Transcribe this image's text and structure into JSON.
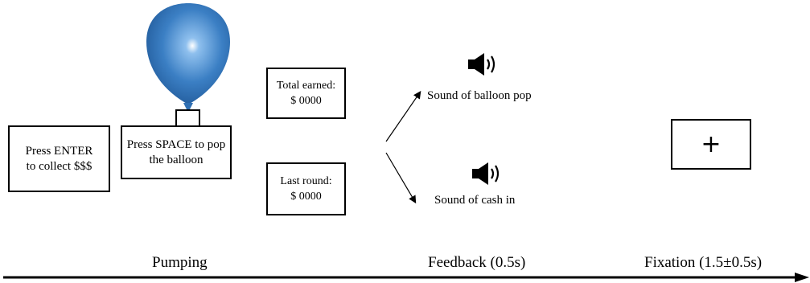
{
  "pumping": {
    "enter_box": "Press ENTER\nto collect $$$",
    "space_box": "Press SPACE to pop\nthe balloon",
    "total_earned": "Total earned:\n$ 0000",
    "last_round": "Last round:\n$ 0000",
    "balloon_color": "#3b7fc4"
  },
  "feedback": {
    "pop_label": "Sound of balloon pop",
    "cash_label": "Sound of cash in",
    "icon": "speaker-sound-icon"
  },
  "fixation": {
    "symbol": "+"
  },
  "timeline": {
    "phases": [
      "Pumping",
      "Feedback (0.5s)",
      "Fixation (1.5±0.5s)"
    ]
  }
}
